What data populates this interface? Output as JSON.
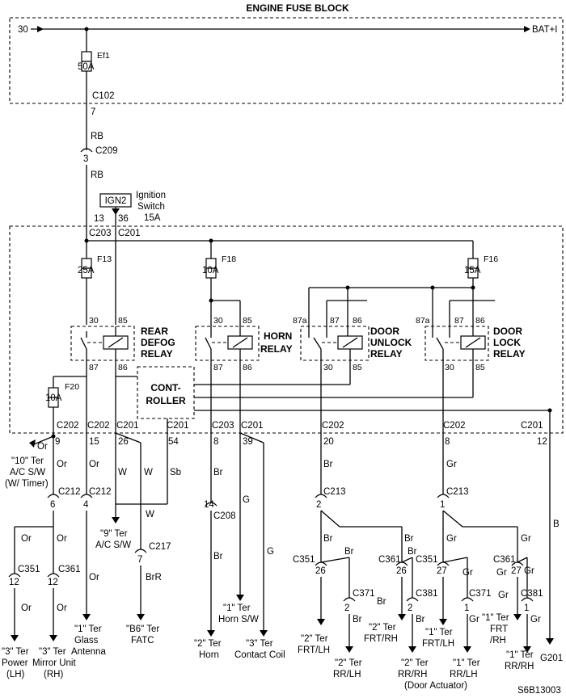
{
  "title": "ENGINE FUSE BLOCK",
  "figure_id": "S6B13003",
  "bus": {
    "left_label": "30",
    "right_label": "BAT+I"
  },
  "ignition": {
    "label": "IGN2",
    "text1": "Ignition",
    "text2": "Switch",
    "text3": "15A"
  },
  "fuses": {
    "ef1_name": "Ef1",
    "ef1_rating": "50A",
    "f13_name": "F13",
    "f13_rating": "25A",
    "f18_name": "F18",
    "f18_rating": "10A",
    "f16_name": "F16",
    "f16_rating": "15A",
    "f20_name": "F20",
    "f20_rating": "10A"
  },
  "connectors": {
    "c102": "C102",
    "c102_pin": "7",
    "c209": "C209",
    "c209_pin": "3",
    "c203": "C203",
    "c203_pin": "13",
    "c201": "C201",
    "c201_pin": "36",
    "c202": "C202",
    "c203b": "C203",
    "c212": "C212",
    "c213": "C213",
    "c351": "C351",
    "c361": "C361",
    "c217": "C217",
    "c208": "C208",
    "c371": "C371",
    "c381": "C381"
  },
  "pins": {
    "p9": "9",
    "p15": "15",
    "p26": "26",
    "p54": "54",
    "p8": "8",
    "p39": "39",
    "p20": "20",
    "p12": "12",
    "p6": "6",
    "p4": "4",
    "p2": "2",
    "p1": "1",
    "p7": "7",
    "p14": "14",
    "p27": "27",
    "t30": "30",
    "t85": "85",
    "t87": "87",
    "t86": "86",
    "t87a": "87a"
  },
  "wires": {
    "rb": "RB",
    "or": "Or",
    "w": "W",
    "sb": "Sb",
    "br": "Br",
    "g": "G",
    "gr": "Gr",
    "brr": "BrR",
    "b": "B"
  },
  "relays": {
    "rear_defog_1": "REAR",
    "rear_defog_2": "DEFOG",
    "rear_defog_3": "RELAY",
    "horn_1": "HORN",
    "horn_2": "RELAY",
    "door_unlock_1": "DOOR",
    "door_unlock_2": "UNLOCK",
    "door_unlock_3": "RELAY",
    "door_lock_1": "DOOR",
    "door_lock_2": "LOCK",
    "door_lock_3": "RELAY",
    "controller_1": "CONT-",
    "controller_2": "ROLLER"
  },
  "destinations": {
    "ac_timer_1": "\"10\" Ter",
    "ac_timer_2": "A/C S/W",
    "ac_timer_3": "(W/ Timer)",
    "ac_sw_1": "\"9\" Ter",
    "ac_sw_2": "A/C S/W",
    "glass_1": "\"1\" Ter",
    "glass_2": "Glass",
    "glass_3": "Antenna",
    "fatc_1": "\"B6\" Ter",
    "fatc_2": "FATC",
    "mirror_lh_1": "\"3\" Ter",
    "mirror_lh_2": "Power",
    "mirror_lh_3": "(LH)",
    "mirror_rh_1": "\"3\" Ter",
    "mirror_rh_2": "Mirror Unit",
    "mirror_rh_3": "(RH)",
    "horn_1": "\"2\" Ter",
    "horn_2": "Horn",
    "horn_sw_1": "\"1\" Ter",
    "horn_sw_2": "Horn S/W",
    "contact_1": "\"3\" Ter",
    "contact_2": "Contact Coil",
    "frt_lh2_1": "\"2\" Ter",
    "frt_lh2_2": "FRT/LH",
    "rr_lh2_1": "\"2\" Ter",
    "rr_lh2_2": "RR/LH",
    "frt_rh2_1": "\"2\" Ter",
    "frt_rh2_2": "FRT/RH",
    "rr_rh2_1": "\"2\" Ter",
    "rr_rh2_2": "RR/RH",
    "door_actuator": "(Door Actuator)",
    "frt_lh1_1": "\"1\" Ter",
    "frt_lh1_2": "FRT/LH",
    "rr_lh1_1": "\"1\" Ter",
    "rr_lh1_2": "RR/LH",
    "frt_rh1_1": "\"1\" Ter",
    "frt_rh1_2": "FRT",
    "frt_rh1_3": "/RH",
    "rr_rh1_1": "\"1\" Ter",
    "rr_rh1_2": "RR/RH",
    "ground": "G201"
  }
}
